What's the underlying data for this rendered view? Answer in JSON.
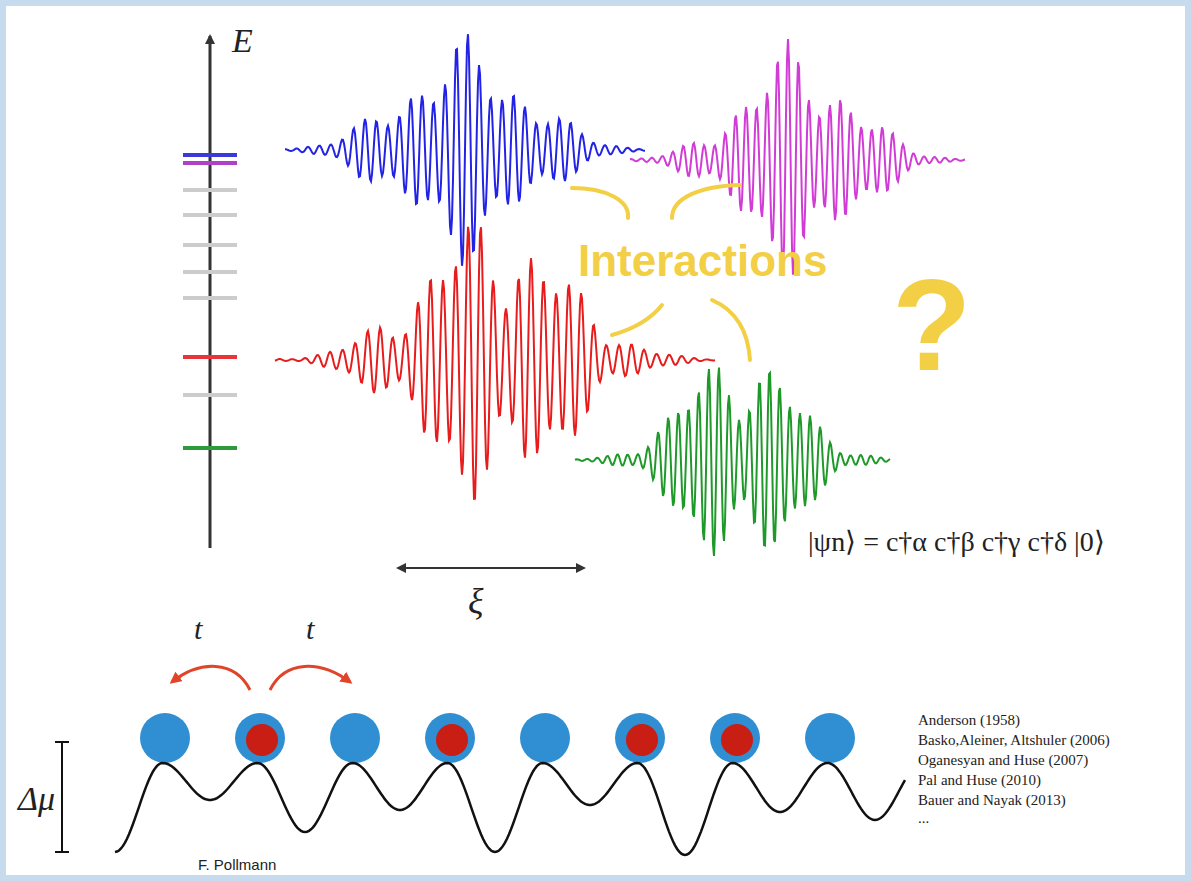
{
  "diagram": {
    "labels": [
      "E",
      "Interactions",
      "?",
      "ξ",
      "|ψn⟩ = c†α c†β c†γ c†δ |0⟩",
      "t",
      "t",
      "Δμ",
      "F. Pollmann",
      "Anderson  (1958)",
      "Basko,Aleiner, Altshuler (2006)",
      "Oganesyan and Huse (2007)",
      "Pal and Huse (2010)",
      "Bauer and Nayak (2013)",
      "..."
    ]
  }
}
